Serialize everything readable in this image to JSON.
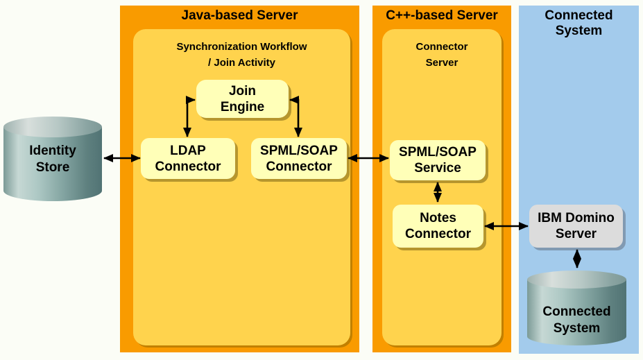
{
  "identity_store": {
    "label": "Identity\nStore"
  },
  "java_server": {
    "title": "Java-based Server",
    "workflow_label": "Synchronization Workflow\n/ Join Activity",
    "join_engine": "Join\nEngine",
    "ldap_connector": "LDAP\nConnector",
    "spml_soap_connector": "SPML/SOAP\nConnector"
  },
  "cpp_server": {
    "title": "C++-based Server",
    "connector_server_label": "Connector\nServer",
    "spml_soap_service": "SPML/SOAP\nService",
    "notes_connector": "Notes\nConnector"
  },
  "connected_system": {
    "title": "Connected\nSystem",
    "ibm_domino_server": "IBM Domino\nServer",
    "database_label": "Connected\nSystem"
  },
  "colors": {
    "server_panel_orange": "#f99b00",
    "server_inner_yellow": "#ffd34d",
    "node_yellow": "#ffffb8",
    "connected_panel_blue": "#a3cbec",
    "domino_gray": "#dcdcdc",
    "cylinder_teal": "#7b9a96",
    "arrow_black": "#000000",
    "background": "#fbfdf6"
  },
  "connections": [
    {
      "from": "identity-store",
      "to": "ldap-connector",
      "type": "bidirectional"
    },
    {
      "from": "join-engine",
      "to": "ldap-connector",
      "type": "bidirectional"
    },
    {
      "from": "join-engine",
      "to": "spml-soap-connector",
      "type": "bidirectional"
    },
    {
      "from": "spml-soap-connector",
      "to": "spml-soap-service",
      "type": "bidirectional"
    },
    {
      "from": "spml-soap-service",
      "to": "notes-connector",
      "type": "bidirectional"
    },
    {
      "from": "notes-connector",
      "to": "ibm-domino-server",
      "type": "bidirectional"
    },
    {
      "from": "ibm-domino-server",
      "to": "connected-system-database",
      "type": "bidirectional"
    }
  ]
}
